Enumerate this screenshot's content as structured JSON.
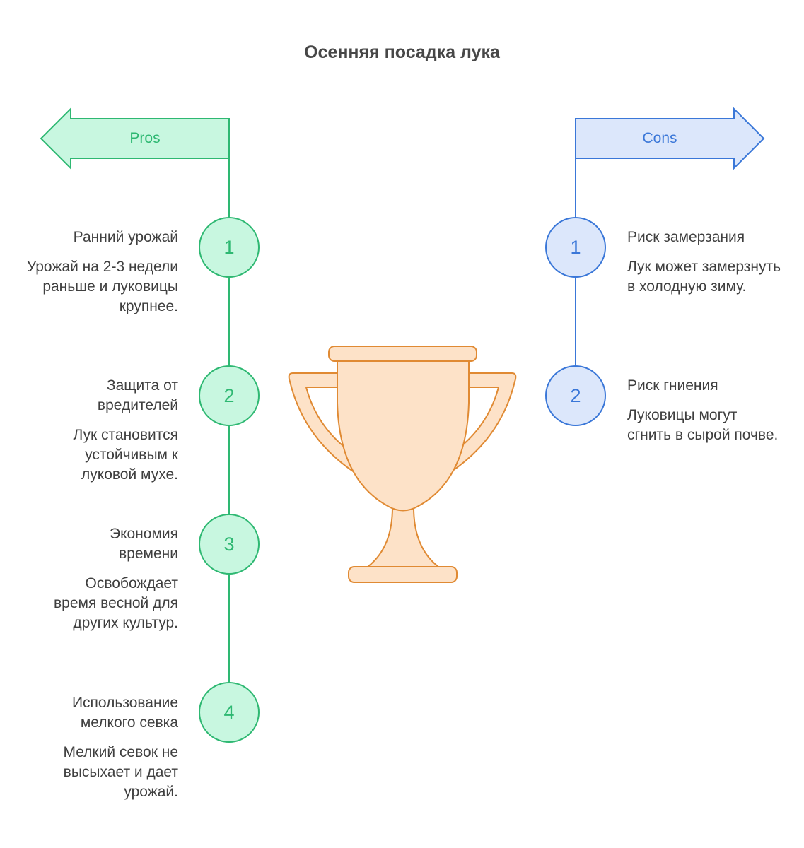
{
  "title": "Осенняя посадка лука",
  "colors": {
    "pros_stroke": "#2eb872",
    "pros_fill": "#c8f7e0",
    "cons_stroke": "#3a77d8",
    "cons_fill": "#dce7fb",
    "trophy_stroke": "#e08a33",
    "trophy_fill": "#fde2c8"
  },
  "icons": {
    "center": "trophy-icon"
  },
  "pros": {
    "label": "Pros",
    "items": [
      {
        "number": "1",
        "title": "Ранний урожай",
        "description": "Урожай на 2-3 недели раньше и луковицы крупнее."
      },
      {
        "number": "2",
        "title": "Защита от вредителей",
        "description": "Лук становится устойчивым к луковой мухе."
      },
      {
        "number": "3",
        "title": "Экономия времени",
        "description": "Освобождает время весной для других культур."
      },
      {
        "number": "4",
        "title": "Использование мелкого севка",
        "description": "Мелкий севок не высыхает и дает урожай."
      }
    ]
  },
  "cons": {
    "label": "Cons",
    "items": [
      {
        "number": "1",
        "title": "Риск замерзания",
        "description": "Лук может замерзнуть в холодную зиму."
      },
      {
        "number": "2",
        "title": "Риск гниения",
        "description": "Луковицы могут сгнить в сырой почве."
      }
    ]
  }
}
